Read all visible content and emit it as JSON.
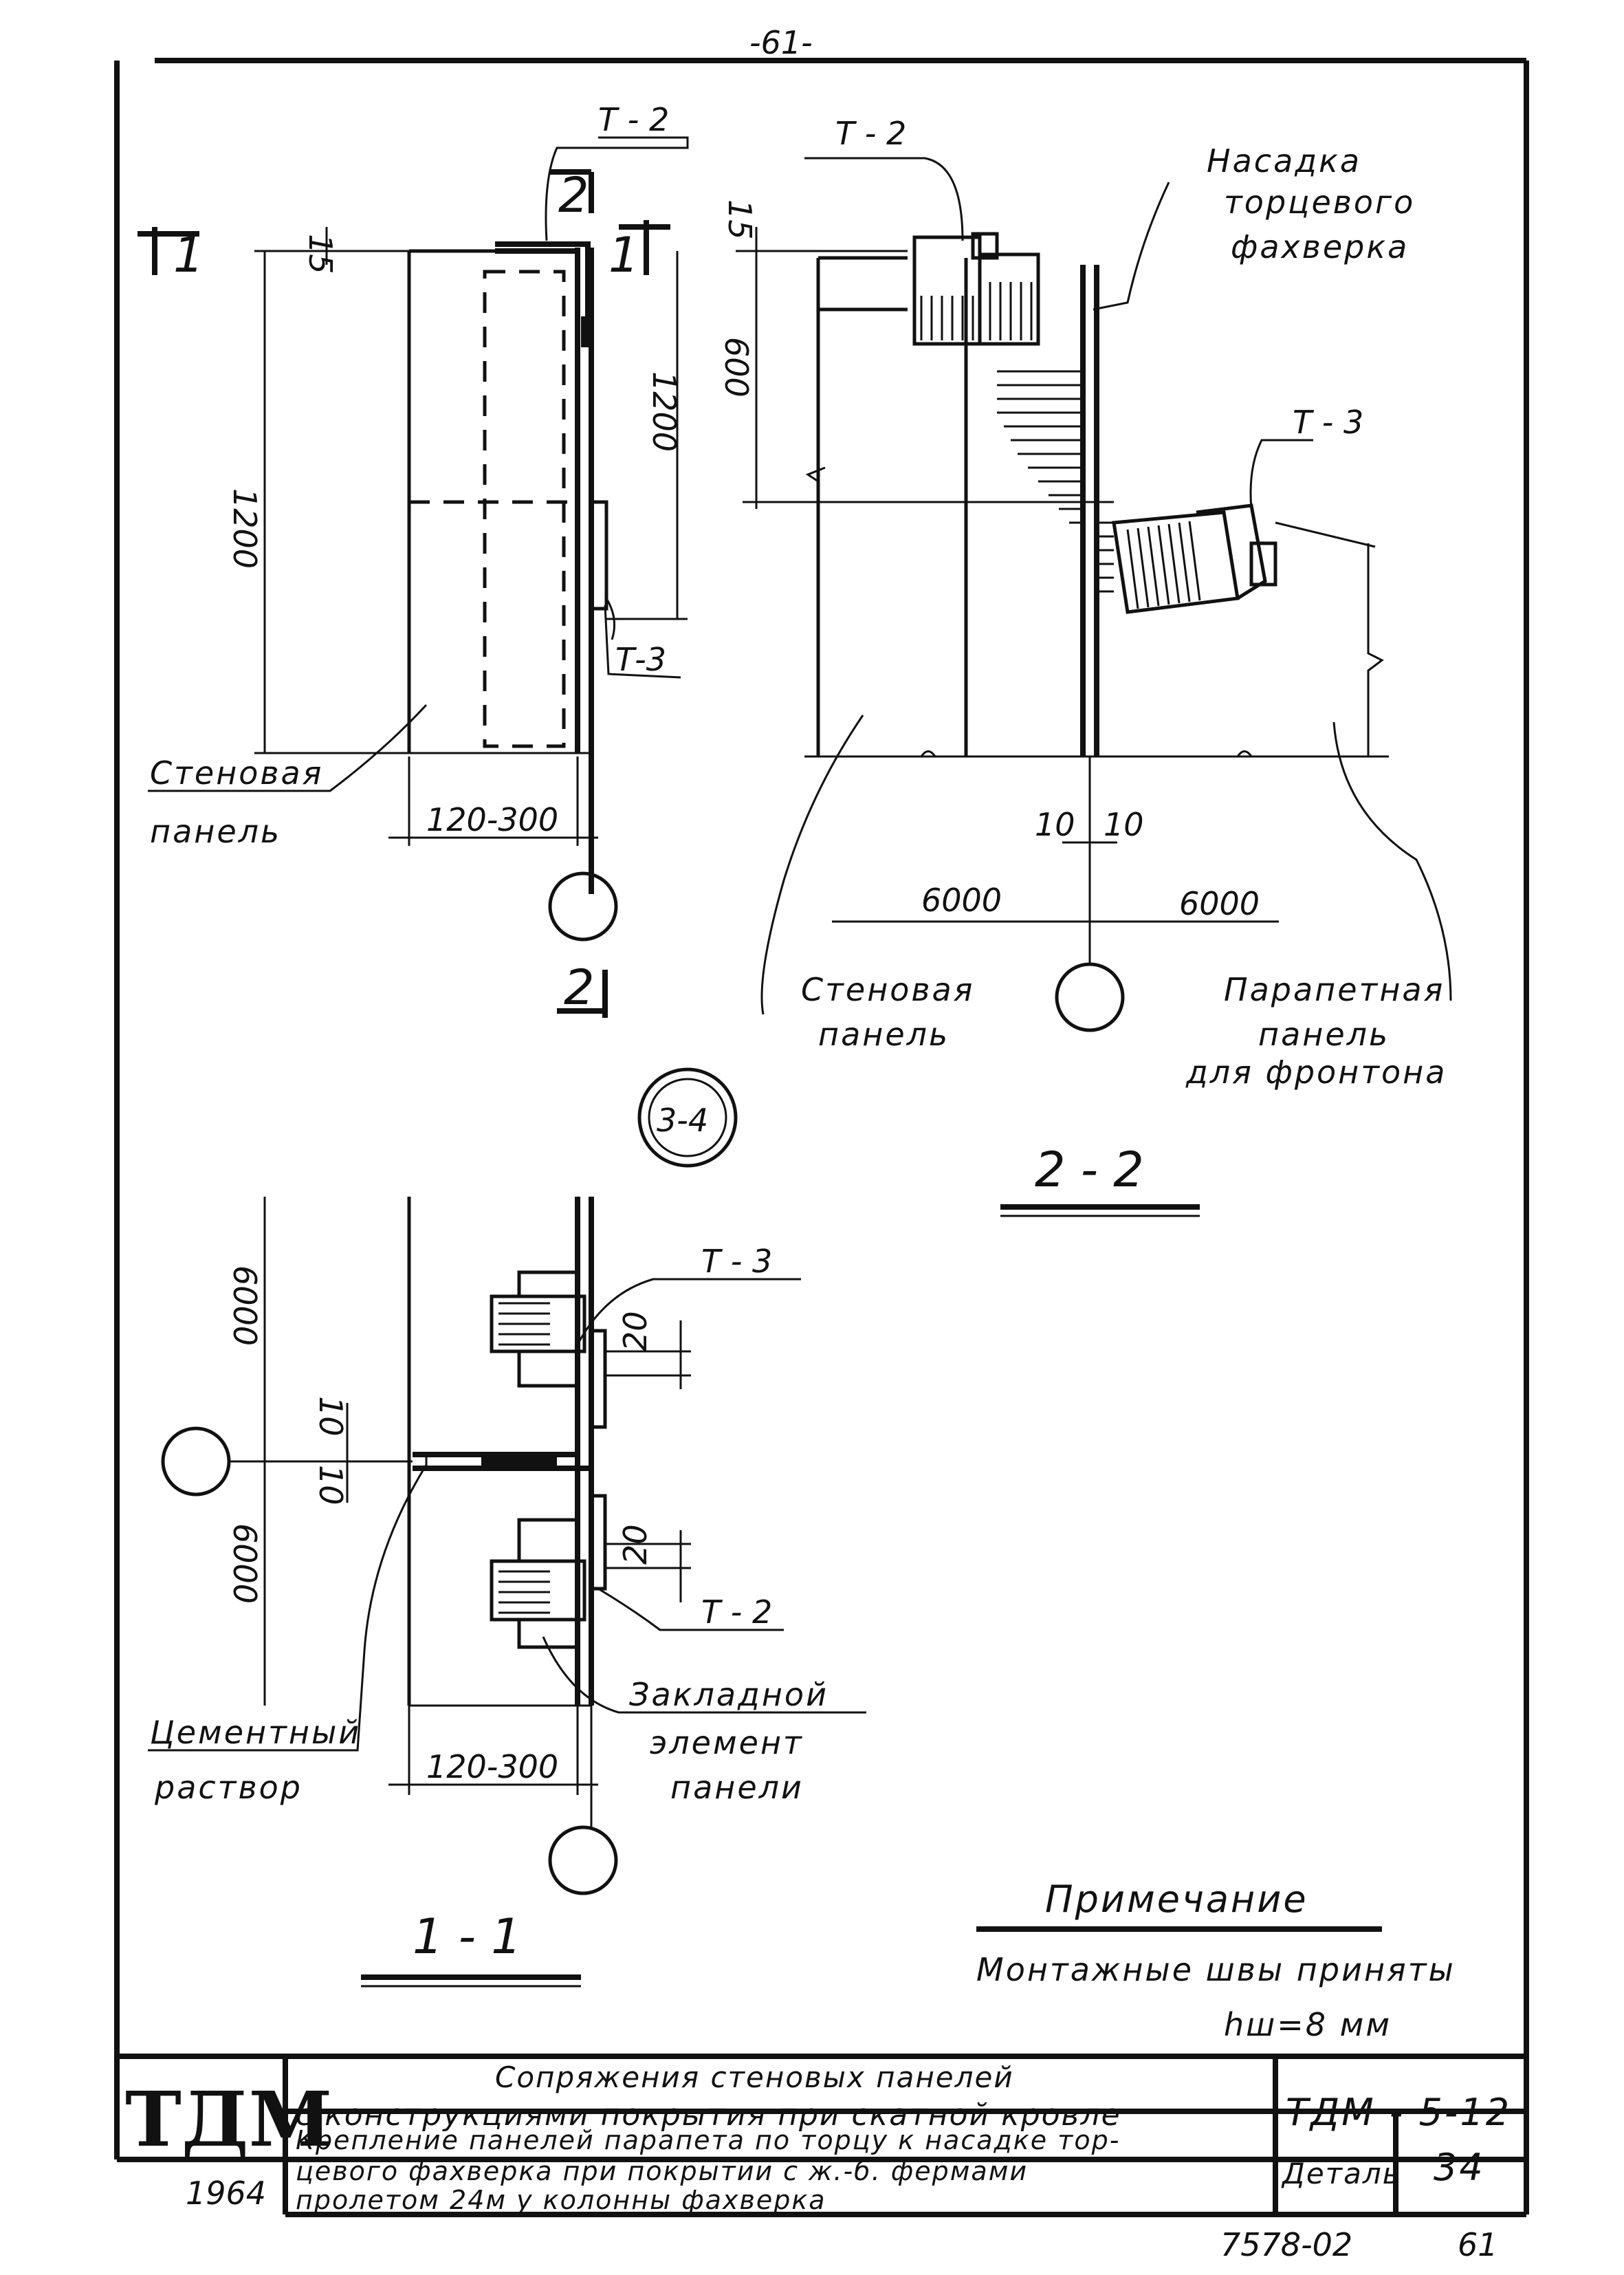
{
  "page_number_top": "-61-",
  "labels": {
    "t2_a": "Т - 2",
    "t2_b": "Т - 2",
    "t3_a": "Т-3",
    "t3_b": "Т - 3",
    "t3_c": "Т - 3",
    "t2_c": "Т - 2",
    "nasadka_1": "Насадка",
    "nasadka_2": "торцевого",
    "nasadka_3": "фахверка",
    "wall_panel_1": "Стеновая",
    "wall_panel_2": "панель",
    "wall_panel_b1": "Стеновая",
    "wall_panel_b2": "панель",
    "parapet_1": "Парапетная",
    "parapet_2": "панель",
    "parapet_3": "для фронтона",
    "cement_1": "Цементный",
    "cement_2": "раствор",
    "embed_1": "Закладной",
    "embed_2": "элемент",
    "embed_3": "панели"
  },
  "sections": {
    "sec1": "1",
    "sec1b": "1",
    "sec2": "2",
    "sec2b": "2",
    "detail_num": "3-4",
    "view_22": "2 - 2",
    "view_11": "1 - 1"
  },
  "dims": {
    "d15a": "15",
    "d1200a": "1200",
    "d1200b": "1200",
    "d15b": "15",
    "d600": "600",
    "d120_300a": "120-300",
    "d10a": "10",
    "d10b": "10",
    "d6000a": "6000",
    "d6000b": "6000",
    "d6000c": "6000",
    "d6000d": "6000",
    "d10c": "10",
    "d10d": "10",
    "d20a": "20",
    "d20b": "20",
    "d120_300b": "120-300"
  },
  "note": {
    "title": "Примечание",
    "line1": "Монтажные швы приняты",
    "line2": "hш=8 мм"
  },
  "title_block": {
    "logo": "ТДМ",
    "year": "1964",
    "title_1": "Сопряжения стеновых панелей",
    "title_2": "с конструкциями покрытия при скатной кровле",
    "code": "ТДМ - 5-12",
    "desc_1": "Крепление панелей парапета по торцу к насадке тор-",
    "desc_2": "цевого фахверка при покрытии с ж.-б. фермами",
    "desc_3": "пролетом 24м у колонны фахверка",
    "detail_label": "Деталь",
    "detail_value": "34",
    "sheet_code": "7578-02",
    "sheet_num": "61"
  }
}
